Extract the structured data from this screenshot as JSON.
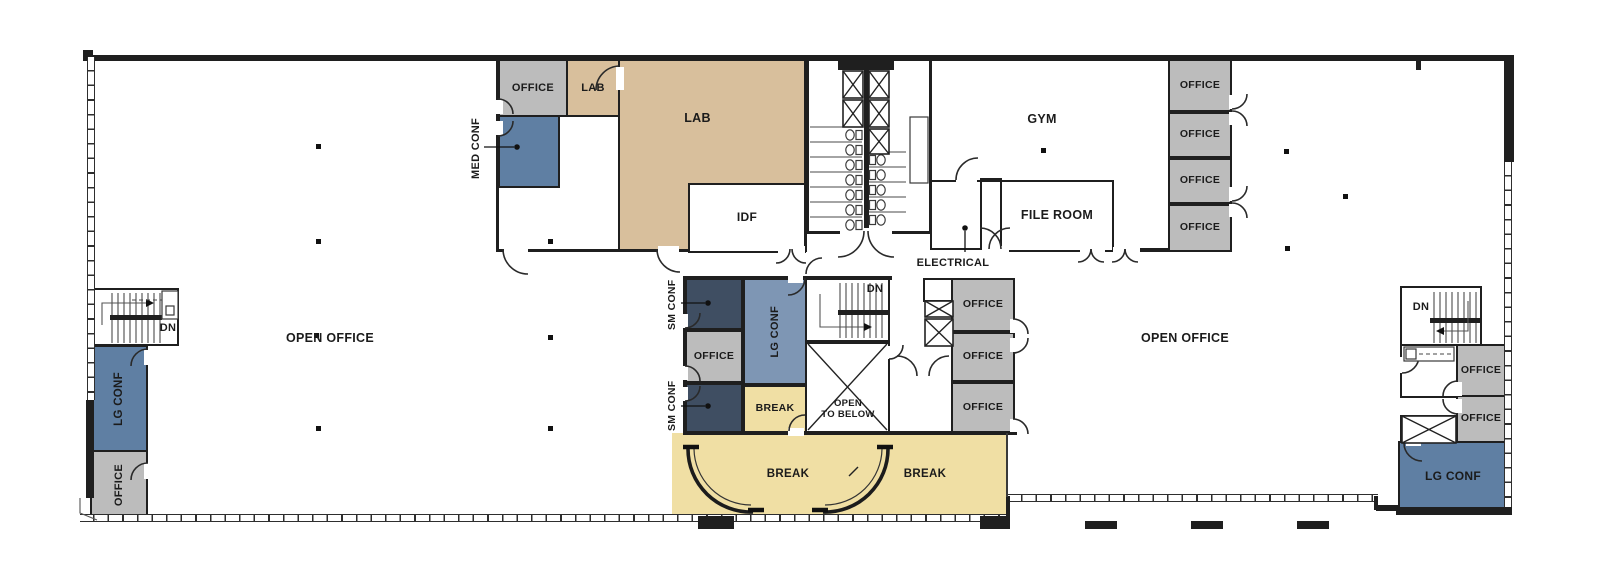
{
  "rooms": {
    "office": "OFFICE",
    "lab": "LAB",
    "med_conf": "MED CONF",
    "idf": "IDF",
    "gym": "GYM",
    "file_room": "FILE ROOM",
    "electrical": "ELECTRICAL",
    "open_office": "OPEN OFFICE",
    "sm_conf": "SM CONF",
    "lg_conf": "LG CONF",
    "break_room": "BREAK",
    "open_to_below_line1": "OPEN",
    "open_to_below_line2": "TO BELOW",
    "down_label": "DN"
  },
  "colors": {
    "wall": "#1f1f1f",
    "office_gray": "#bcbcbc",
    "lab_tan": "#d8bf9c",
    "conference_blue": "#5f7fa3",
    "conference_blue_light": "#7e96b4",
    "small_conference_navy": "#3f4e62",
    "break_yellow": "#f0dfa4",
    "floor_white": "#ffffff"
  }
}
